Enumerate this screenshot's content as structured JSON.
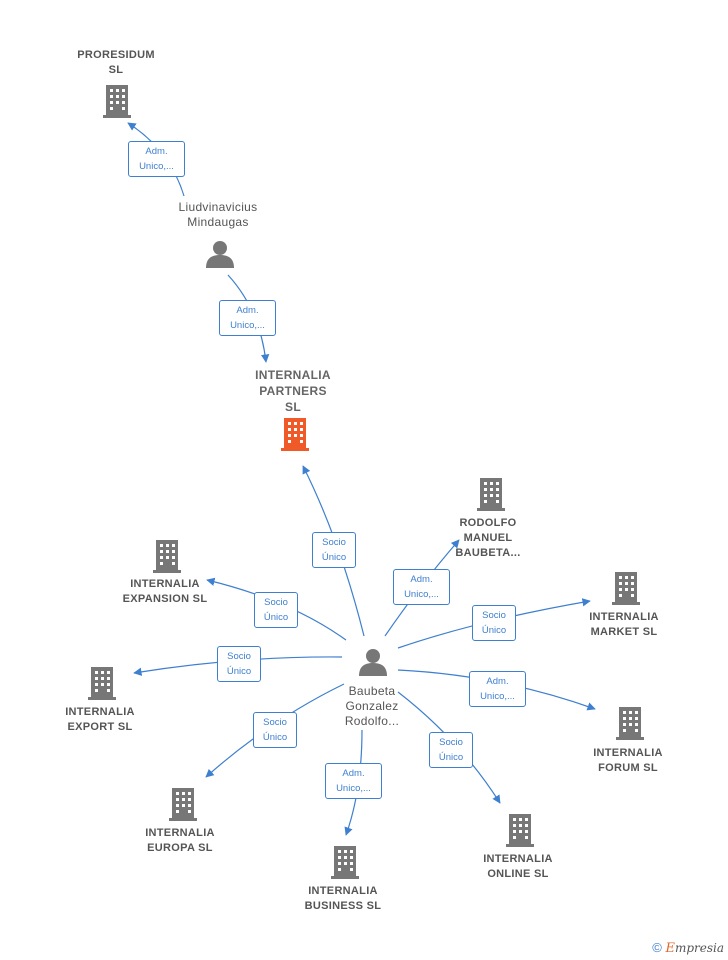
{
  "nodes": {
    "proresidum": "PRORESIDUM\nSL",
    "liudvinavicius": "Liudvinavicius\nMindaugas",
    "internalia_partners": "INTERNALIA\nPARTNERS\nSL",
    "rodolfo": "RODOLFO\nMANUEL\nBAUBETA...",
    "expansion": "INTERNALIA\nEXPANSION  SL",
    "market": "INTERNALIA\nMARKET  SL",
    "baubeta": "Baubeta\nGonzalez\nRodolfo...",
    "export": "INTERNALIA\nEXPORT  SL",
    "forum": "INTERNALIA\nFORUM  SL",
    "europa": "INTERNALIA\nEUROPA  SL",
    "online": "INTERNALIA\nONLINE  SL",
    "business": "INTERNALIA\nBUSINESS  SL"
  },
  "edges": {
    "liud_proresidum": "Adm.\nUnico,...",
    "liud_partners": "Adm.\nUnico,...",
    "baubeta_partners": "Socio\nÚnico",
    "baubeta_rodolfo": "Adm.\nUnico,...",
    "baubeta_expansion": "Socio\nÚnico",
    "baubeta_market": "Socio\nÚnico",
    "baubeta_export": "Socio\nÚnico",
    "baubeta_forum": "Adm.\nUnico,...",
    "baubeta_europa": "Socio\nÚnico",
    "baubeta_online": "Socio\nÚnico",
    "baubeta_business": "Adm.\nUnico,..."
  },
  "footer": {
    "copyright": "©",
    "brand_initial": "E",
    "brand_rest": "mpresia"
  },
  "colors": {
    "edge": "#3f7fcf",
    "company": "#777777",
    "focus_company": "#f05a28",
    "person": "#777777"
  }
}
